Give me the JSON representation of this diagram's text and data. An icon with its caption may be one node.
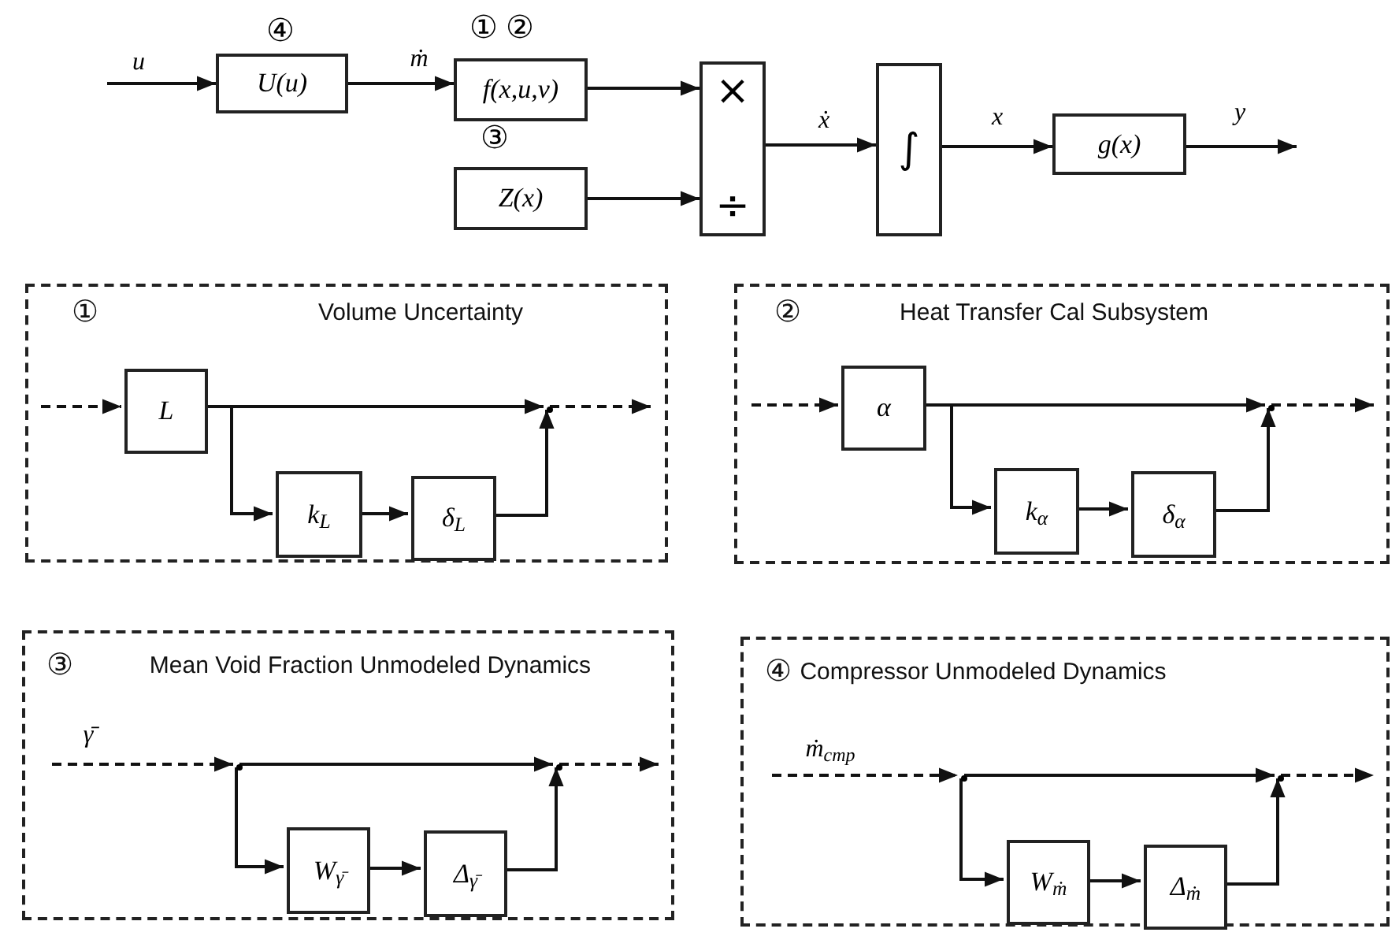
{
  "diagram": {
    "nodes": [
      {
        "text": [
          "U(u)"
        ],
        "beside": [
          "④"
        ]
      },
      {
        "text": [
          "f(x,u,v)"
        ],
        "beside": [
          "①",
          "②"
        ]
      },
      {
        "text": [
          "Z(x)"
        ],
        "beside": [
          "③"
        ]
      },
      {
        "text": [
          "×",
          "÷"
        ]
      },
      {
        "text": [
          "∫"
        ]
      },
      {
        "text": [
          "g(x)"
        ]
      },
      {
        "text": [
          "①",
          "Volume Uncertainty"
        ]
      },
      {
        "text": [
          "L"
        ],
        "in": 6
      },
      {
        "text": [
          "k$_{L}$"
        ],
        "in": 6
      },
      {
        "text": [
          "δ$_{L}$"
        ],
        "in": 6
      },
      {
        "text": [],
        "shape": "point",
        "in": 6
      },
      {
        "text": [
          "②",
          "Heat Transfer Cal Subsystem"
        ]
      },
      {
        "text": [
          "α"
        ],
        "in": 11
      },
      {
        "text": [
          "k$_{α}$"
        ],
        "in": 11
      },
      {
        "text": [
          "δ$_{α}$"
        ],
        "in": 11
      },
      {
        "text": [],
        "shape": "point",
        "in": 11
      },
      {
        "text": [
          "③",
          "Mean Void Fraction Unmodeled Dynamics"
        ]
      },
      {
        "text": [],
        "shape": "point",
        "in": 16
      },
      {
        "text": [
          "W$_{γ̄}$"
        ],
        "in": 16
      },
      {
        "text": [
          "Δ$_{γ̄}$"
        ],
        "in": 16
      },
      {
        "text": [],
        "shape": "point",
        "in": 16
      },
      {
        "text": [
          "④",
          "Compressor Unmodeled Dynamics"
        ]
      },
      {
        "text": [],
        "shape": "point",
        "in": 21
      },
      {
        "text": [
          "W$_{ṁ}$"
        ],
        "in": 21
      },
      {
        "text": [
          "Δ$_{ṁ}$"
        ],
        "in": 21
      },
      {
        "text": [],
        "shape": "point",
        "in": 21
      }
    ],
    "edges": [
      {
        "from": null,
        "to": 0,
        "arrow": "to",
        "label": "u"
      },
      {
        "from": 0,
        "to": 1,
        "arrow": "to",
        "label": "ṁ"
      },
      {
        "from": 1,
        "to": 3,
        "arrow": "to"
      },
      {
        "from": 2,
        "to": 3,
        "arrow": "to"
      },
      {
        "from": 3,
        "to": 4,
        "arrow": "to",
        "label": "ẋ"
      },
      {
        "from": 4,
        "to": 5,
        "arrow": "to",
        "label": "x"
      },
      {
        "from": 5,
        "to": null,
        "arrow": "to",
        "label": "y"
      },
      {
        "from": null,
        "to": 7,
        "arrow": "to",
        "style": "dashed"
      },
      {
        "from": 7,
        "to": 10,
        "arrow": "to"
      },
      {
        "from": 7,
        "to": 8,
        "arrow": "to"
      },
      {
        "from": 8,
        "to": 9,
        "arrow": "to"
      },
      {
        "from": 9,
        "to": 10,
        "arrow": "to"
      },
      {
        "from": 10,
        "to": null,
        "arrow": "to",
        "style": "dashed"
      },
      {
        "from": null,
        "to": 12,
        "arrow": "to",
        "style": "dashed"
      },
      {
        "from": 12,
        "to": 15,
        "arrow": "to"
      },
      {
        "from": 12,
        "to": 13,
        "arrow": "to"
      },
      {
        "from": 13,
        "to": 14,
        "arrow": "to"
      },
      {
        "from": 14,
        "to": 15,
        "arrow": "to"
      },
      {
        "from": 15,
        "to": null,
        "arrow": "to",
        "style": "dashed"
      },
      {
        "from": null,
        "to": 17,
        "arrow": "to",
        "style": "dashed",
        "label": "γ̄"
      },
      {
        "from": 17,
        "to": 20,
        "arrow": "to"
      },
      {
        "from": 17,
        "to": 18,
        "arrow": "to"
      },
      {
        "from": 18,
        "to": 19,
        "arrow": "to"
      },
      {
        "from": 19,
        "to": 20,
        "arrow": "to"
      },
      {
        "from": 20,
        "to": null,
        "arrow": "to",
        "style": "dashed"
      },
      {
        "from": null,
        "to": 22,
        "arrow": "to",
        "style": "dashed",
        "label": "ṁ$_{cmp}$"
      },
      {
        "from": 22,
        "to": 25,
        "arrow": "to"
      },
      {
        "from": 22,
        "to": 23,
        "arrow": "to"
      },
      {
        "from": 23,
        "to": 24,
        "arrow": "to"
      },
      {
        "from": 24,
        "to": 25,
        "arrow": "to"
      },
      {
        "from": 25,
        "to": null,
        "arrow": "to",
        "style": "dashed"
      }
    ]
  }
}
